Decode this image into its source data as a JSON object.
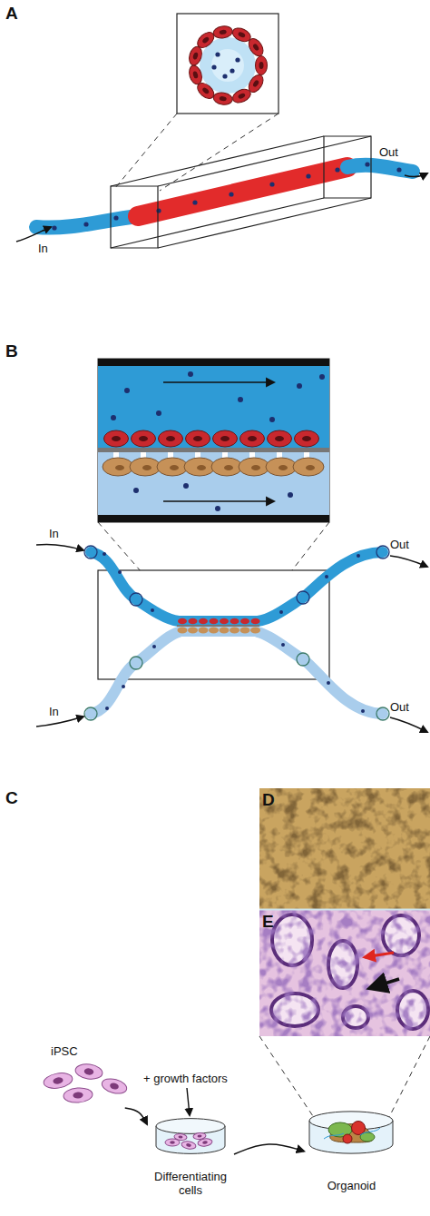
{
  "diagram": {
    "nodes": [
      {
        "text": [
          "iPSC"
        ]
      },
      {
        "text": [
          "Differentiating cells"
        ]
      },
      {
        "text": [
          "Organoid"
        ]
      }
    ],
    "edges": [
      {
        "from": 0,
        "to": 1,
        "arrow": "to"
      },
      {
        "from": 1,
        "to": 2,
        "arrow": "to"
      }
    ],
    "labels": [
      "A",
      "In",
      "Out",
      "B",
      "In",
      "Out",
      "In",
      "Out",
      "C",
      "D",
      "E",
      "+ growth factors"
    ]
  }
}
